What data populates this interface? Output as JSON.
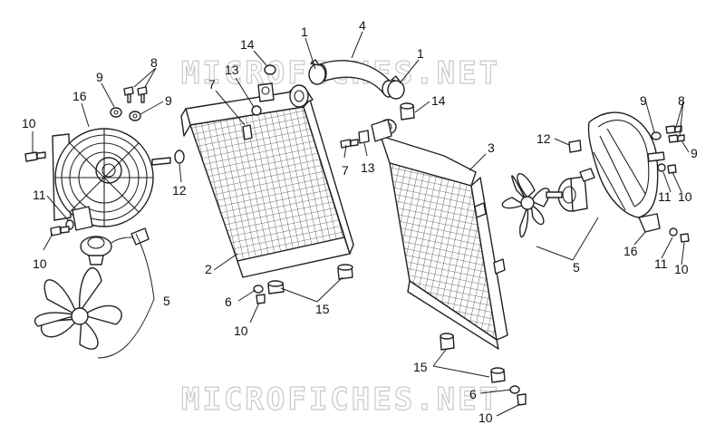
{
  "watermark": {
    "top": "MICROFICHES.NET",
    "bottom": "MICROFICHES.NET"
  },
  "callouts": {
    "c1a": "1",
    "c1b": "1",
    "c4": "4",
    "c14a": "14",
    "c14b": "14",
    "c13a": "13",
    "c13b": "13",
    "c7a": "7",
    "c7b": "7",
    "c8a": "8",
    "c8b": "8",
    "c9a": "9",
    "c9b": "9",
    "c9c": "9",
    "c9d": "9",
    "c16a": "16",
    "c16b": "16",
    "c10a": "10",
    "c10b": "10",
    "c10c": "10",
    "c10d": "10",
    "c10e": "10",
    "c10f": "10",
    "c11a": "11",
    "c11b": "11",
    "c11c": "11",
    "c12a": "12",
    "c12b": "12",
    "c2": "2",
    "c3": "3",
    "c5a": "5",
    "c5b": "5",
    "c6a": "6",
    "c6b": "6",
    "c15a": "15",
    "c15b": "15"
  }
}
